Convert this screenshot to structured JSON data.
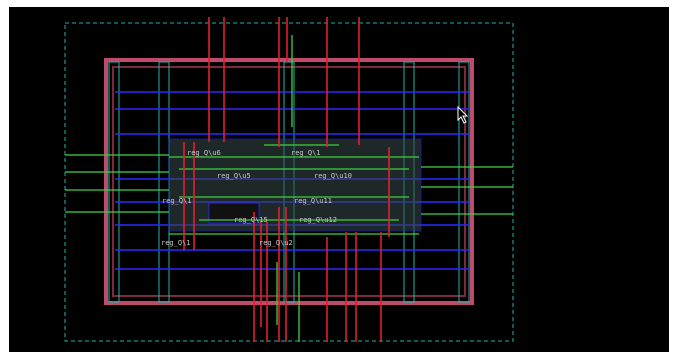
{
  "canvas": {
    "background": "#000000",
    "colors": {
      "die_boundary": "#20b2aa",
      "metal_horizontal": "#2a2aff",
      "metal_vertical": "#e0202a",
      "signal_green": "#3cd23c",
      "cell_fill": "#3a4a4a",
      "ring": "#c04a6a",
      "label": "#c8c8c8"
    },
    "cursor": "arrow-cursor"
  },
  "cells": [
    {
      "id": "cell-1",
      "label": "reg_Q\\u6"
    },
    {
      "id": "cell-2",
      "label": "reg_Q\\1"
    },
    {
      "id": "cell-3",
      "label": "reg_Q\\u5"
    },
    {
      "id": "cell-4",
      "label": "reg_Q\\u10"
    },
    {
      "id": "cell-5",
      "label": "reg_Q\\1"
    },
    {
      "id": "cell-6",
      "label": "reg_Q\\u11"
    },
    {
      "id": "cell-7",
      "label": "reg_Q\\15"
    },
    {
      "id": "cell-8",
      "label": "reg_Q\\u12"
    },
    {
      "id": "cell-9",
      "label": "reg_Q\\1"
    },
    {
      "id": "cell-10",
      "label": "reg_Q\\u2"
    }
  ]
}
